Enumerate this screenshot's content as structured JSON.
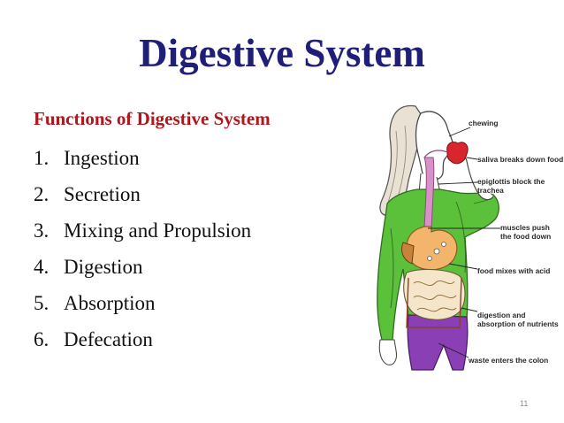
{
  "slide": {
    "title": "Digestive System",
    "subtitle": "Functions of Digestive System",
    "items": [
      {
        "num": "1.",
        "text": "Ingestion"
      },
      {
        "num": "2.",
        "text": "Secretion"
      },
      {
        "num": "3.",
        "text": "Mixing and Propulsion"
      },
      {
        "num": "4.",
        "text": "Digestion"
      },
      {
        "num": "5.",
        "text": "Absorption"
      },
      {
        "num": "6.",
        "text": "Defecation"
      }
    ],
    "page_number": "11"
  },
  "diagram": {
    "labels": {
      "chewing": "chewing",
      "saliva": "saliva breaks down food",
      "epiglottis_1": "epiglottis block the",
      "epiglottis_2": "trachea",
      "muscles_1": "muscles push",
      "muscles_2": "the food down",
      "acid": "food mixes with acid",
      "digestion_1": "digestion and",
      "digestion_2": "absorption of nutrients",
      "colon": "waste enters the colon"
    },
    "colors": {
      "shirt": "#5cc13a",
      "pants": "#8a3fb5",
      "hair": "#e9e2d4",
      "apple": "#d8262f",
      "esophagus": "#d98fc9",
      "stomach": "#f2b56b",
      "intestine": "#f6e6c9"
    }
  },
  "colors": {
    "title": "#1f1f7a",
    "subtitle": "#b0161b",
    "body_text": "#111111",
    "page_number": "#8a8a8a"
  }
}
